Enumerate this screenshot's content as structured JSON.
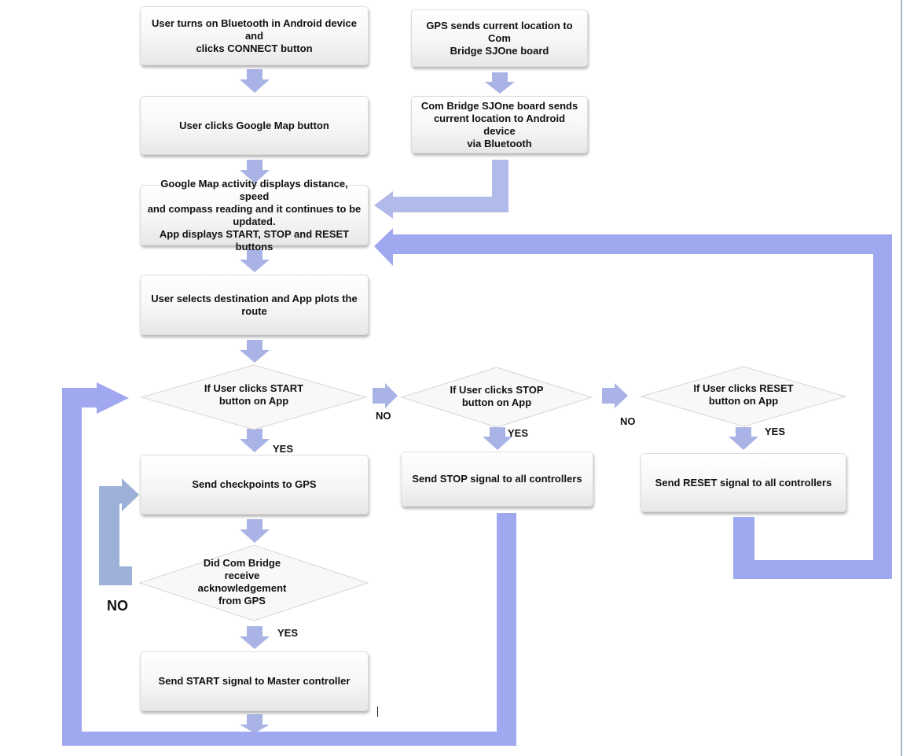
{
  "flowchart": {
    "boxes": {
      "bt": "User turns on Bluetooth in Android device and\nclicks CONNECT button",
      "gmap_btn": "User clicks Google Map button",
      "map_activity": "Google Map activity displays distance, speed\nand compass reading and it continues to be\nupdated.\nApp displays START, STOP and RESET buttons",
      "select_dest": "User selects destination and App plots the\nroute",
      "checkpoints": "Send checkpoints to GPS",
      "start_master": "Send START signal to Master controller",
      "gps_loc": "GPS sends current location to Com\nBridge SJOne board",
      "combridge_send": "Com Bridge SJOne board sends\ncurrent location to Android device\nvia Bluetooth",
      "stop_signal": "Send STOP signal to all controllers",
      "reset_signal": "Send RESET signal to all controllers"
    },
    "decisions": {
      "start": "If User clicks START\nbutton on App",
      "stop": "If User clicks STOP\nbutton on App",
      "reset": "If User clicks RESET\nbutton on App",
      "ack": "Did Com Bridge\nreceive\nacknowledgement\nfrom GPS"
    },
    "labels": {
      "yes_start": "YES",
      "yes_stop": "YES",
      "yes_reset": "YES",
      "yes_ack": "YES",
      "no_start": "NO",
      "no_stop": "NO",
      "no_ack": "NO"
    },
    "colors": {
      "arrow": "#a0a8f0",
      "arrow_small": "#a9b3e6",
      "arrow_dark": "#9cb0d8"
    }
  }
}
